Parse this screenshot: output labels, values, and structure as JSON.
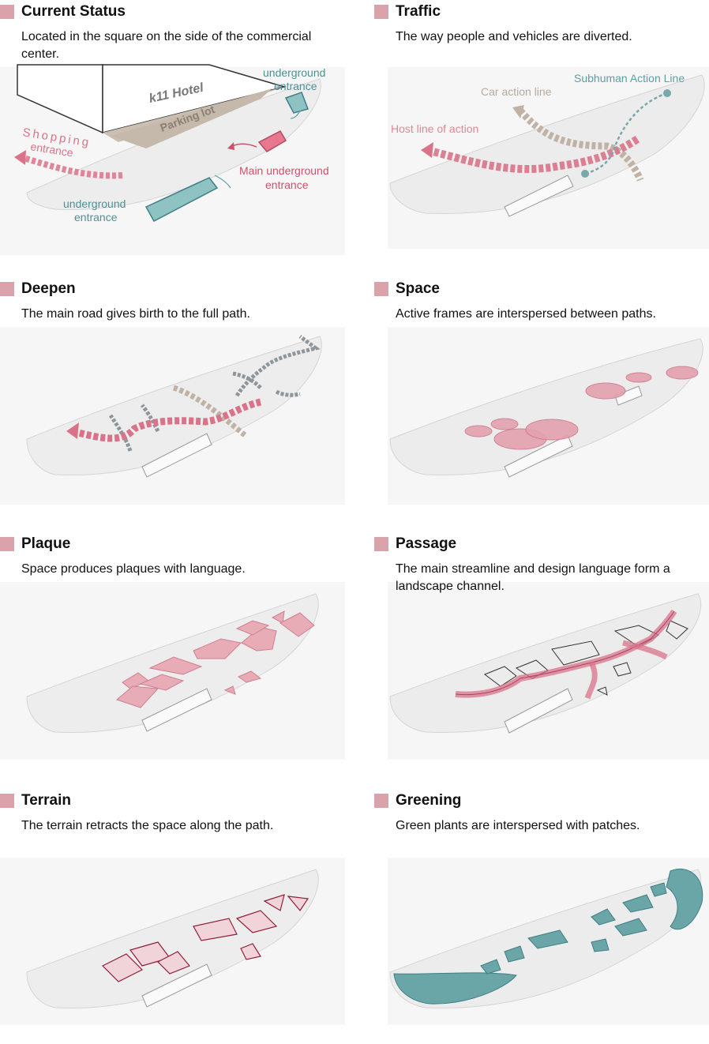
{
  "panels": [
    {
      "title": "Current Status",
      "desc": "Located in the square on the side of the commercial center.",
      "labels": {
        "hotel": "k11 Hotel",
        "parking": "Parking lot",
        "shop1": "Shopping",
        "shop2": "entrance",
        "ug_top1": "underground",
        "ug_top2": "entrance",
        "main1": "Main underground",
        "main2": "entrance",
        "ug_bot1": "underground",
        "ug_bot2": "entrance"
      }
    },
    {
      "title": "Traffic",
      "desc": "The way people and vehicles are diverted.",
      "labels": {
        "car": "Car action line",
        "sub": "Subhuman Action Line",
        "host": "Host line of action"
      }
    },
    {
      "title": "Deepen",
      "desc": "The main road gives birth to the full path."
    },
    {
      "title": "Space",
      "desc": "Active frames are interspersed between paths."
    },
    {
      "title": "Plaque",
      "desc": "Space produces plaques with language."
    },
    {
      "title": "Passage",
      "desc": "The main streamline and design language form a landscape channel."
    },
    {
      "title": "Terrain",
      "desc": "The terrain retracts the space along the path."
    },
    {
      "title": "Greening",
      "desc": "Green plants are interspersed with patches."
    }
  ],
  "colors": {
    "accent": "#dba2ab",
    "pink": "#d9738a",
    "teal": "#5e9ea2",
    "tan": "#bcb0a3",
    "gray": "#8f969b"
  }
}
